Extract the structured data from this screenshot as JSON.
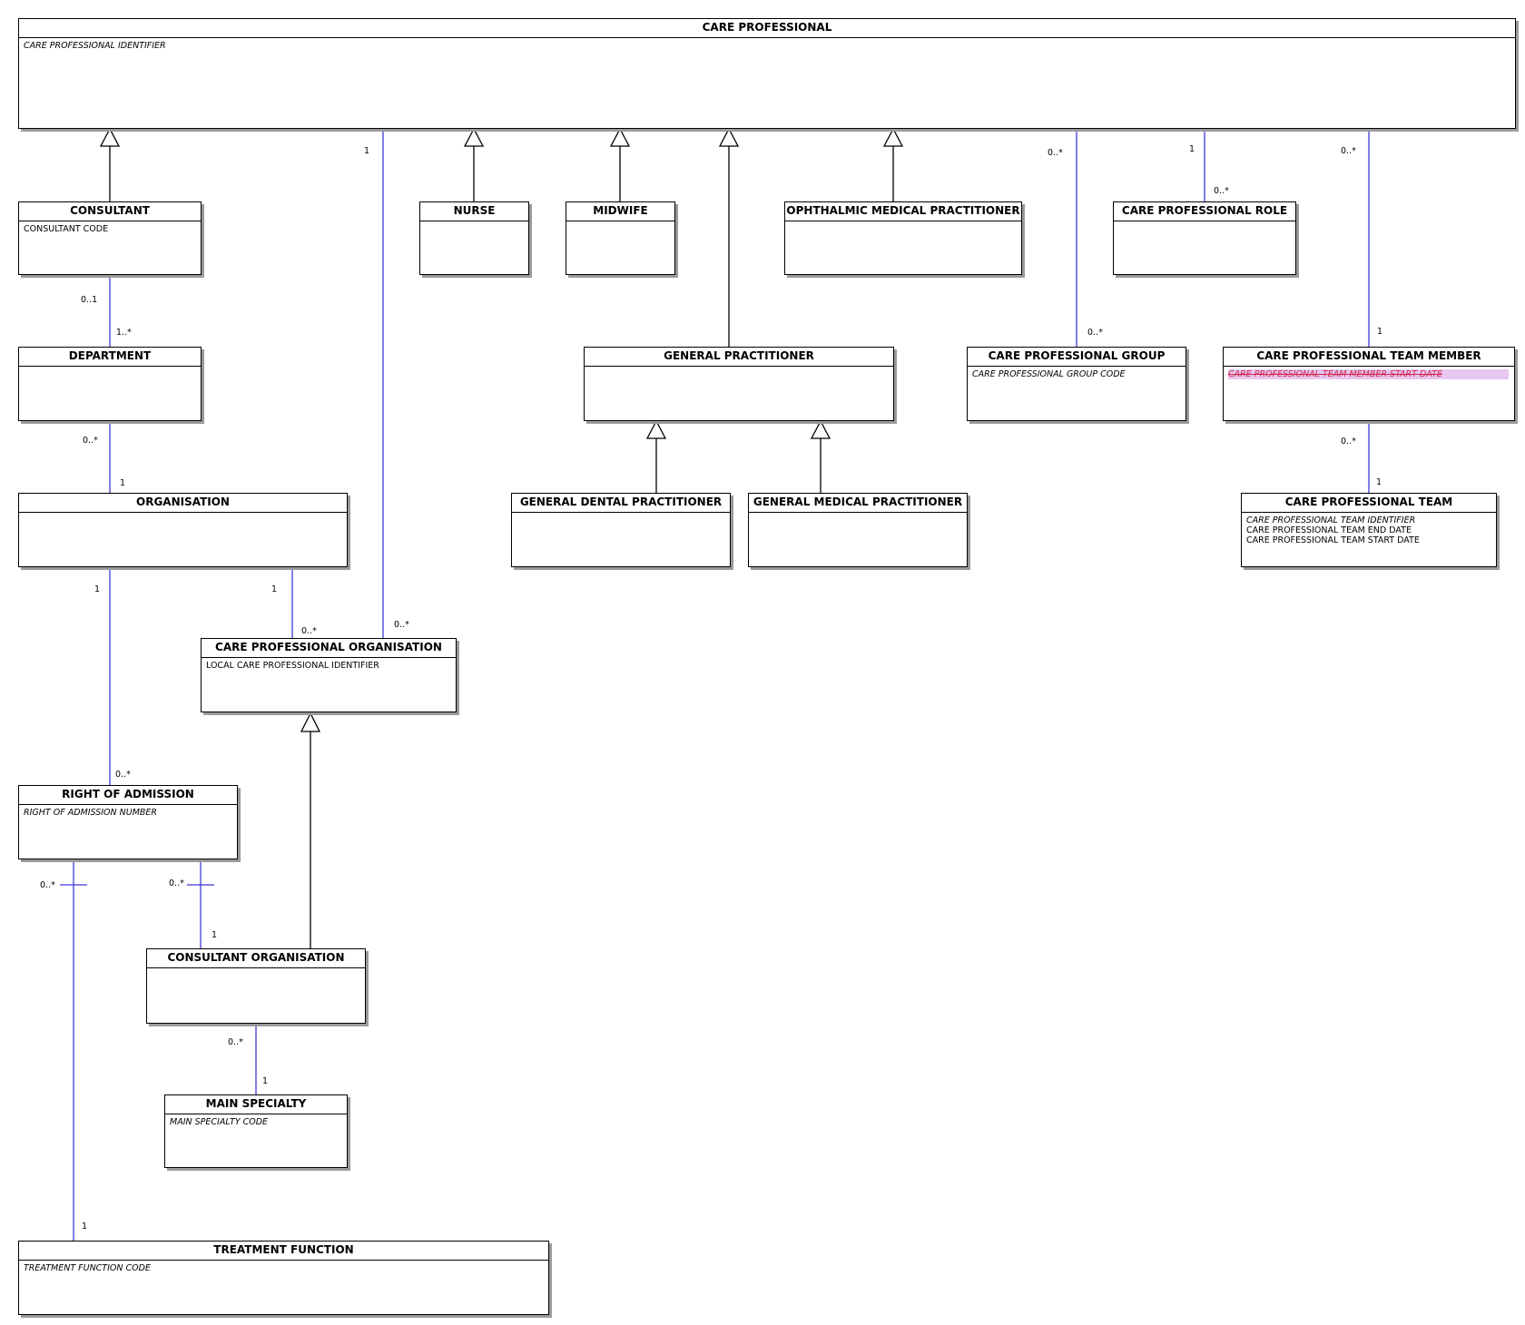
{
  "entities": {
    "care_professional": {
      "title": "CARE PROFESSIONAL",
      "attributes": [
        "CARE PROFESSIONAL IDENTIFIER"
      ]
    },
    "consultant": {
      "title": "CONSULTANT",
      "attributes": [
        "CONSULTANT CODE"
      ]
    },
    "nurse": {
      "title": "NURSE"
    },
    "midwife": {
      "title": "MIDWIFE"
    },
    "ophthalmic": {
      "title": "OPHTHALMIC MEDICAL PRACTITIONER"
    },
    "cp_role": {
      "title": "CARE PROFESSIONAL ROLE"
    },
    "department": {
      "title": "DEPARTMENT"
    },
    "general_practitioner": {
      "title": "GENERAL PRACTITIONER"
    },
    "cp_group": {
      "title": "CARE PROFESSIONAL GROUP",
      "attributes": [
        "CARE PROFESSIONAL GROUP CODE"
      ]
    },
    "cp_team_member": {
      "title": "CARE PROFESSIONAL TEAM MEMBER",
      "attributes": [
        "CARE PROFESSIONAL TEAM MEMBER START DATE"
      ]
    },
    "organisation": {
      "title": "ORGANISATION"
    },
    "gdp": {
      "title": "GENERAL DENTAL PRACTITIONER"
    },
    "gmp": {
      "title": "GENERAL MEDICAL PRACTITIONER"
    },
    "cp_team": {
      "title": "CARE PROFESSIONAL TEAM",
      "attributes": [
        "CARE PROFESSIONAL TEAM IDENTIFIER",
        "CARE PROFESSIONAL TEAM END DATE",
        "CARE PROFESSIONAL TEAM START DATE"
      ]
    },
    "cp_org": {
      "title": "CARE PROFESSIONAL ORGANISATION",
      "attributes": [
        "LOCAL CARE PROFESSIONAL IDENTIFIER"
      ]
    },
    "right_of_admission": {
      "title": "RIGHT OF ADMISSION",
      "attributes": [
        "RIGHT OF ADMISSION NUMBER"
      ]
    },
    "consultant_org": {
      "title": "CONSULTANT ORGANISATION"
    },
    "main_specialty": {
      "title": "MAIN SPECIALTY",
      "attributes": [
        "MAIN SPECIALTY CODE"
      ]
    },
    "treatment_function": {
      "title": "TREATMENT FUNCTION",
      "attributes": [
        "TREATMENT FUNCTION CODE"
      ]
    }
  },
  "multiplicities": {
    "cp_to_cporg_top": "1",
    "cp_to_cporg_bottom": "0..*",
    "cp_to_group_top": "0..*",
    "cp_to_group_bottom": "0..*",
    "cp_to_role_top": "1",
    "cp_to_role_bottom": "0..*",
    "cp_to_member_top": "0..*",
    "cp_to_member_bottom": "1",
    "consultant_to_dept_top": "0..1",
    "consultant_to_dept_bottom": "1..*",
    "dept_to_org_top": "0..*",
    "dept_to_org_bottom": "1",
    "member_to_team_top": "0..*",
    "member_to_team_bottom": "1",
    "org_to_roa_top": "1",
    "org_to_roa_bottom": "0..*",
    "org_to_cporg_top": "1",
    "org_to_cporg_bottom": "0..*",
    "roa_to_tf_top": "0..*",
    "roa_to_tf_bottom": "1",
    "roa_to_corg_top": "0..*",
    "roa_to_corg_bottom": "1",
    "corg_to_ms_top": "0..*",
    "corg_to_ms_bottom": "1"
  },
  "colors": {
    "association_line": "#3b3bd6",
    "inheritance_line": "#000000",
    "box_shadow": "#9a9a9a",
    "deprecated_text": "#d2264a",
    "deprecated_highlight": "#e7c6f1"
  }
}
